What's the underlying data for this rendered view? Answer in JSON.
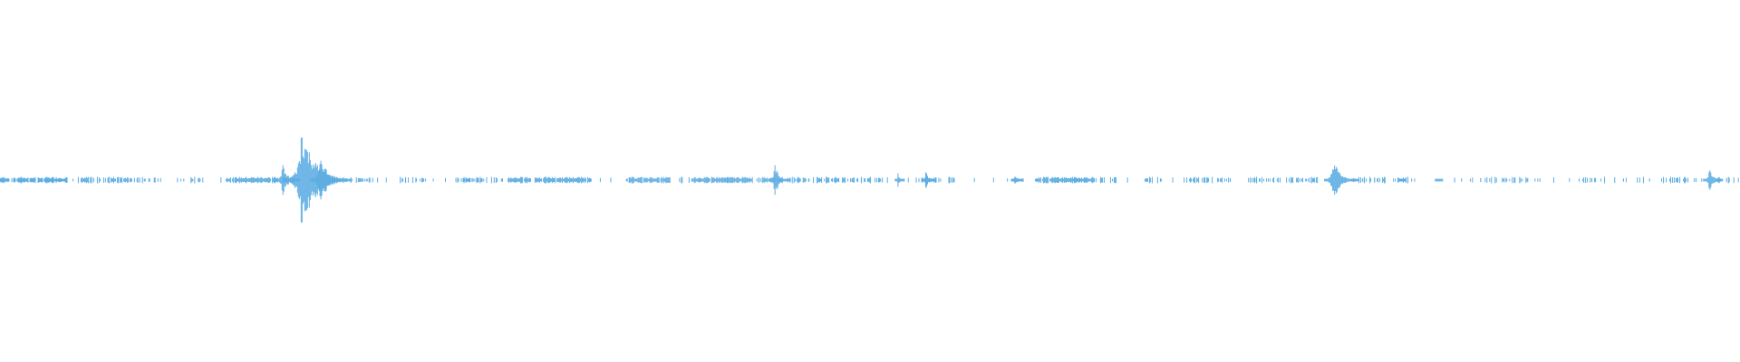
{
  "waveform": {
    "color": "#5dade2",
    "baseline_amplitude": 0.02,
    "segments": [
      [
        0.0,
        0.155,
        0.9
      ],
      [
        0.18,
        0.31,
        0.55
      ],
      [
        0.315,
        0.37,
        0.45
      ],
      [
        0.41,
        0.47,
        0.35
      ],
      [
        0.52,
        0.64,
        0.95
      ],
      [
        0.65,
        0.69,
        0.55
      ],
      [
        0.73,
        0.78,
        0.6
      ],
      [
        0.79,
        0.86,
        0.45
      ],
      [
        0.92,
        0.99,
        0.45
      ],
      [
        1.05,
        1.12,
        0.55
      ],
      [
        1.13,
        1.16,
        0.3
      ],
      [
        1.17,
        1.22,
        0.95
      ],
      [
        1.23,
        1.36,
        0.95
      ],
      [
        1.44,
        1.54,
        0.95
      ],
      [
        1.56,
        1.58,
        0.3
      ],
      [
        1.59,
        1.73,
        0.98
      ],
      [
        1.74,
        1.86,
        0.5
      ],
      [
        1.87,
        2.03,
        0.45
      ],
      [
        2.1,
        2.2,
        0.3
      ],
      [
        2.38,
        2.52,
        0.95
      ],
      [
        2.53,
        2.57,
        0.45
      ],
      [
        2.63,
        2.67,
        0.5
      ],
      [
        2.72,
        2.83,
        0.5
      ],
      [
        2.87,
        3.03,
        0.45
      ],
      [
        3.12,
        3.25,
        0.35
      ],
      [
        3.36,
        3.55,
        0.3
      ],
      [
        3.62,
        3.69,
        0.3
      ],
      [
        3.73,
        3.78,
        0.3
      ],
      [
        3.82,
        3.9,
        0.4
      ],
      [
        3.94,
        4.0,
        0.4
      ]
    ],
    "bursts": [
      [
        1.62,
        0.12
      ],
      [
        1.73,
        0.35
      ],
      [
        1.84,
        0.18
      ],
      [
        4.45,
        0.11
      ],
      [
        5.16,
        0.05
      ],
      [
        5.32,
        0.07
      ],
      [
        5.83,
        0.06
      ],
      [
        6.18,
        0.015
      ],
      [
        7.66,
        0.16
      ],
      [
        7.78,
        0.02
      ],
      [
        8.05,
        0.02
      ],
      [
        8.26,
        0.02
      ],
      [
        9.82,
        0.1
      ]
    ],
    "dots": [
      0.42,
      0.47,
      0.52,
      0.57,
      0.62,
      0.68,
      1.02,
      1.04,
      1.27,
      1.35,
      1.47,
      1.58,
      1.68,
      1.8,
      2.17,
      2.22,
      2.33,
      2.39,
      2.43,
      2.49,
      2.56,
      2.62,
      2.67,
      2.72,
      2.78,
      2.84,
      2.92,
      3.08,
      3.18,
      3.32,
      3.39,
      3.45,
      3.51,
      3.62,
      3.96,
      4.02,
      4.07,
      4.12,
      4.18,
      4.3,
      4.36,
      4.41,
      4.49,
      4.54,
      4.59,
      4.65,
      4.71,
      4.76,
      4.82,
      4.89,
      4.95,
      5.05,
      5.1,
      5.22,
      5.35,
      5.47,
      5.6,
      5.71,
      5.79,
      5.88,
      6.08,
      6.24,
      6.33,
      6.48,
      6.59,
      6.74,
      6.92,
      7.07,
      7.22,
      7.34,
      7.43,
      7.55,
      7.78,
      7.84,
      7.9,
      7.96,
      8.13,
      8.36,
      8.45,
      8.51,
      8.6,
      8.74,
      8.85,
      8.93,
      9.02,
      9.14,
      9.28,
      9.33,
      9.41,
      9.48,
      9.56,
      9.69,
      9.78
    ]
  }
}
